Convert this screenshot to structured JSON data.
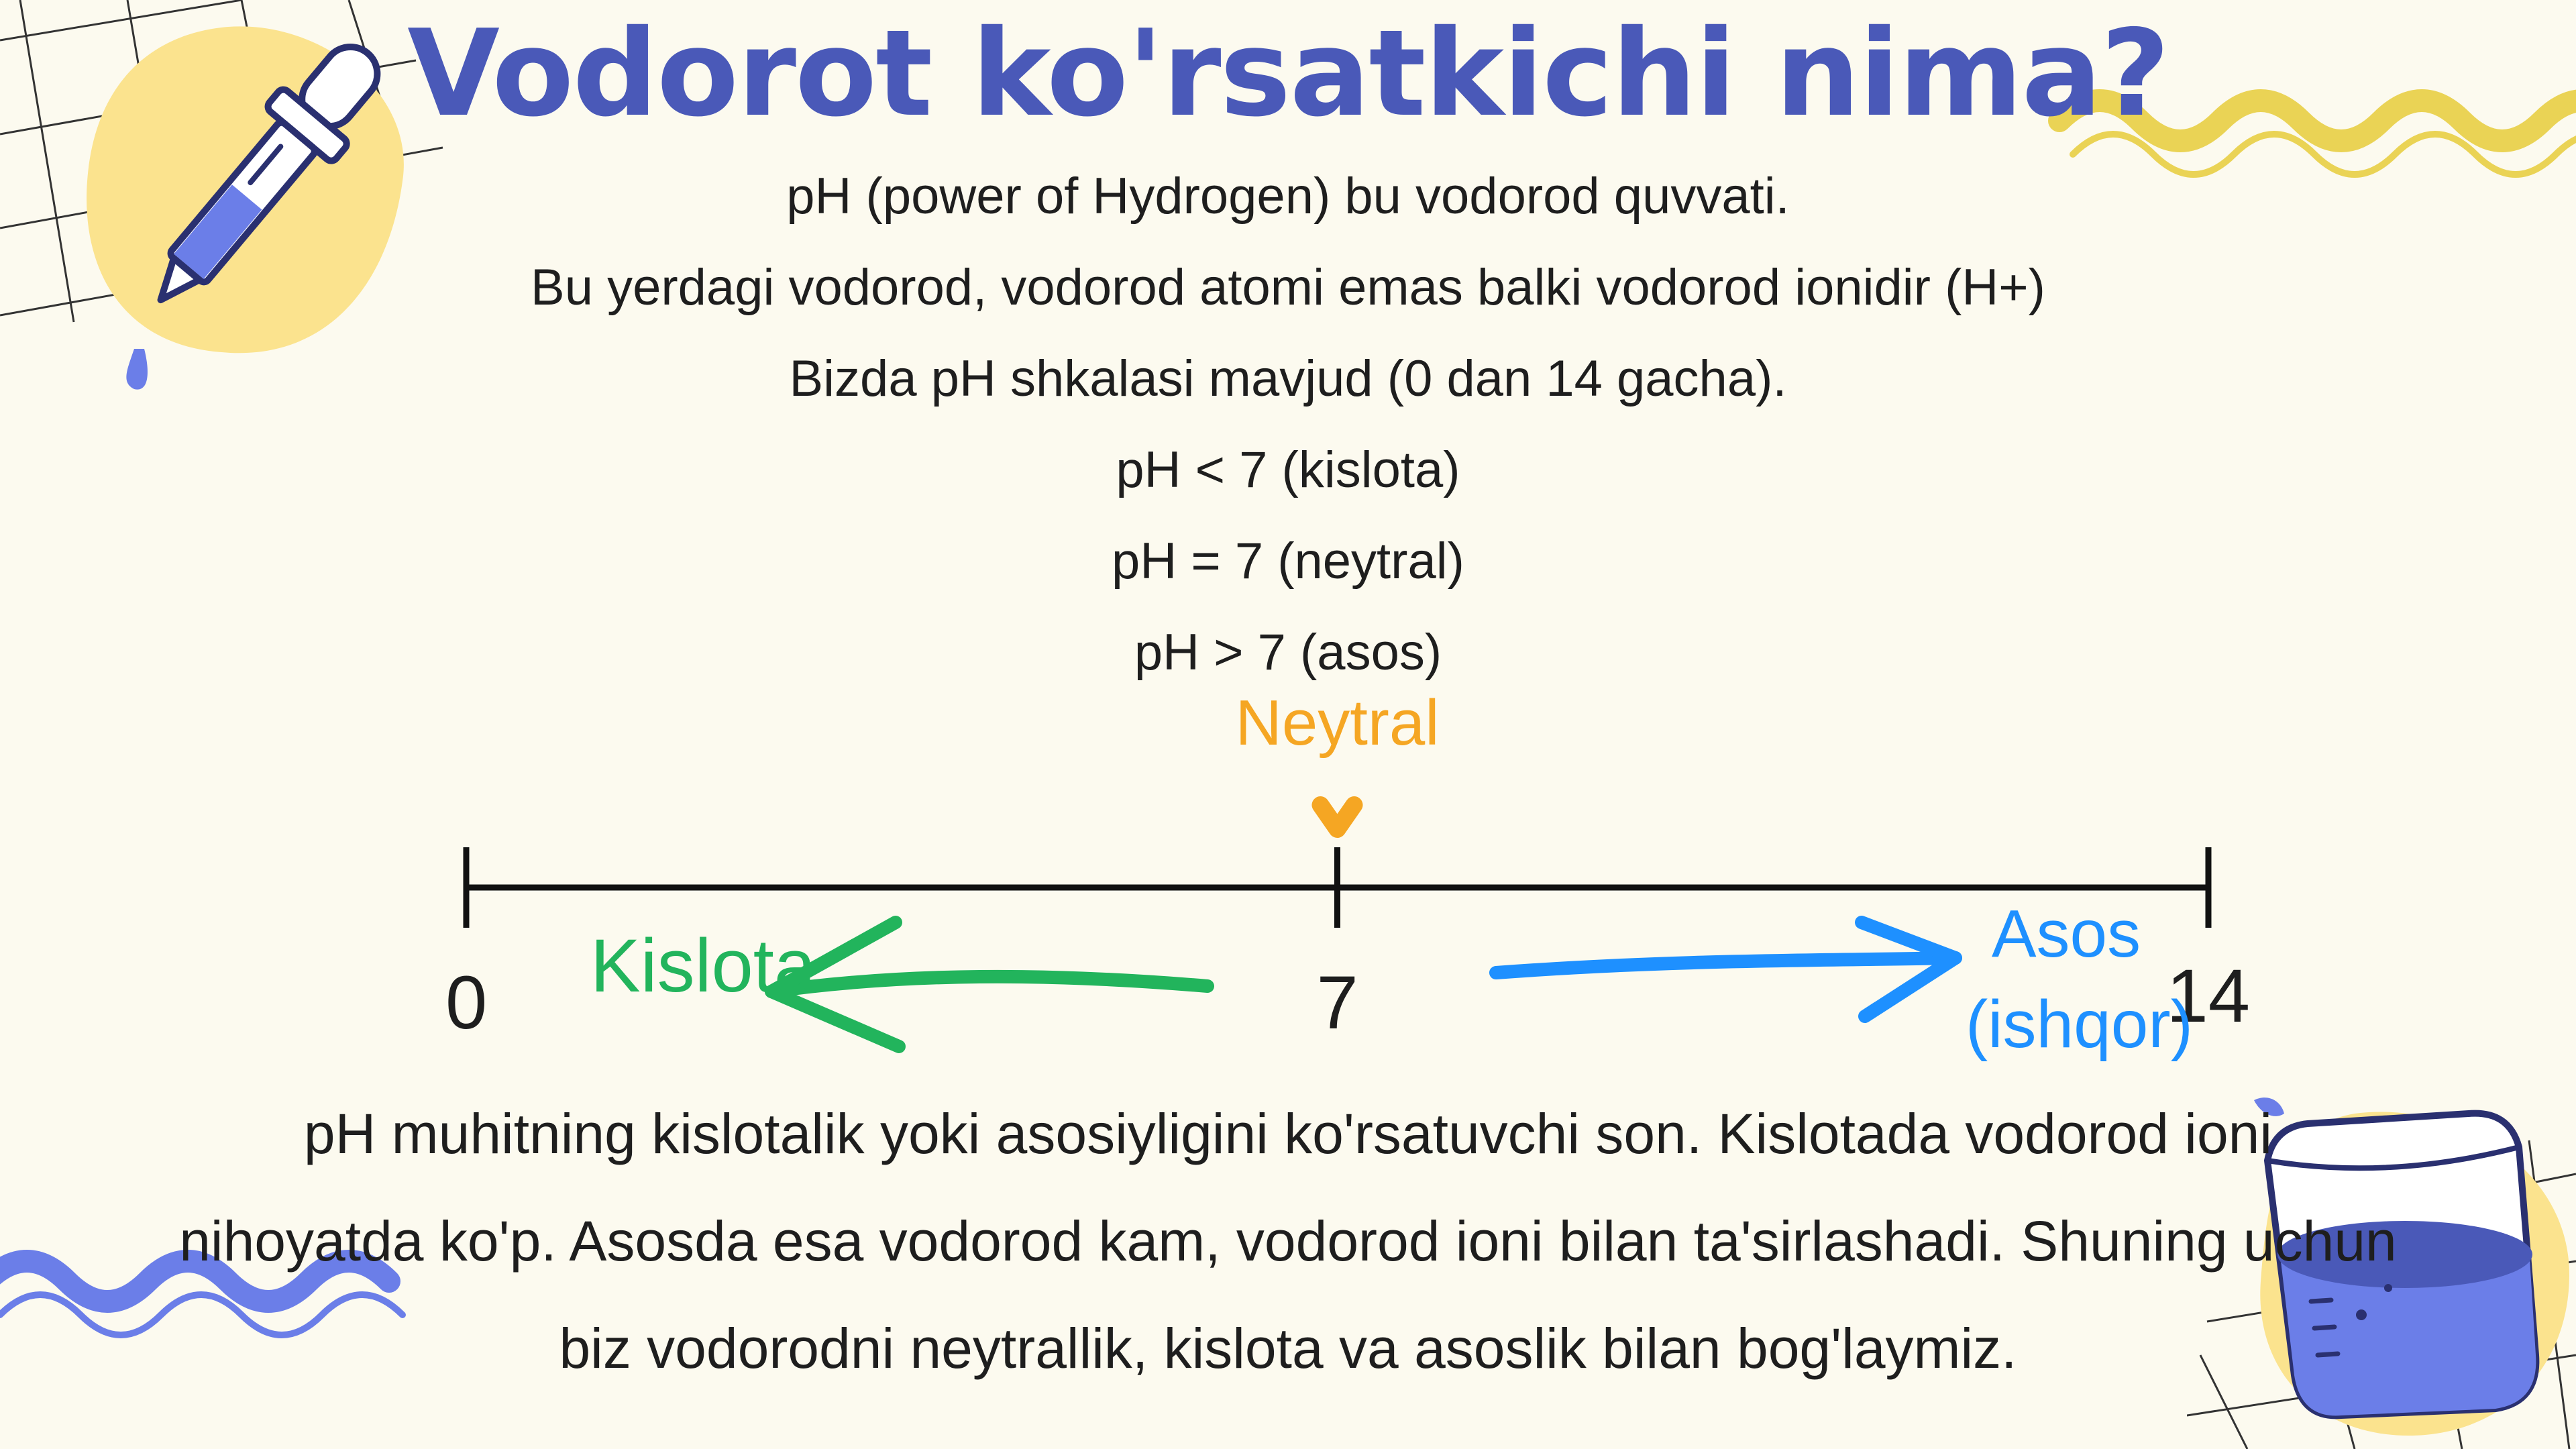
{
  "title": "Vodorot ko'rsatkichi nima?",
  "intro_lines": [
    "pH (power of Hydrogen) bu vodorod quvvati.",
    "Bu yerdagi vodorod, vodorod atomi emas balki vodorod ionidir (H+)",
    "Bizda pH shkalasi mavjud (0 dan 14 gacha).",
    "pH < 7 (kislota)",
    "pH = 7 (neytral)",
    "pH > 7 (asos)"
  ],
  "scale": {
    "min": 0,
    "mid": 7,
    "max": 14,
    "ticks": [
      "0",
      "7",
      "14"
    ],
    "neutral_label": "Neytral",
    "acid_label": "Kislota",
    "base_label_line1": "Asos",
    "base_label_line2": "(ishqor)"
  },
  "footer_lines": [
    "pH muhitning kislotalik yoki asosiyligini ko'rsatuvchi son. Kislotada vodorod ioni",
    "nihoyatda ko'p. Asosda esa vodorod kam, vodorod ioni bilan ta'sirlashadi. Shuning uchun",
    "biz vodorodni neytrallik, kislota va asoslik bilan bog'laymiz."
  ],
  "icons": {
    "dropper": "pipette-icon",
    "beaker": "beaker-icon"
  },
  "colors": {
    "title": "#4a59b8",
    "neutral": "#f5a623",
    "acid": "#22b45c",
    "base": "#1e90ff",
    "blob": "#fbe38e",
    "wave_yellow": "#ead355",
    "wave_blue": "#6b7ee8"
  }
}
